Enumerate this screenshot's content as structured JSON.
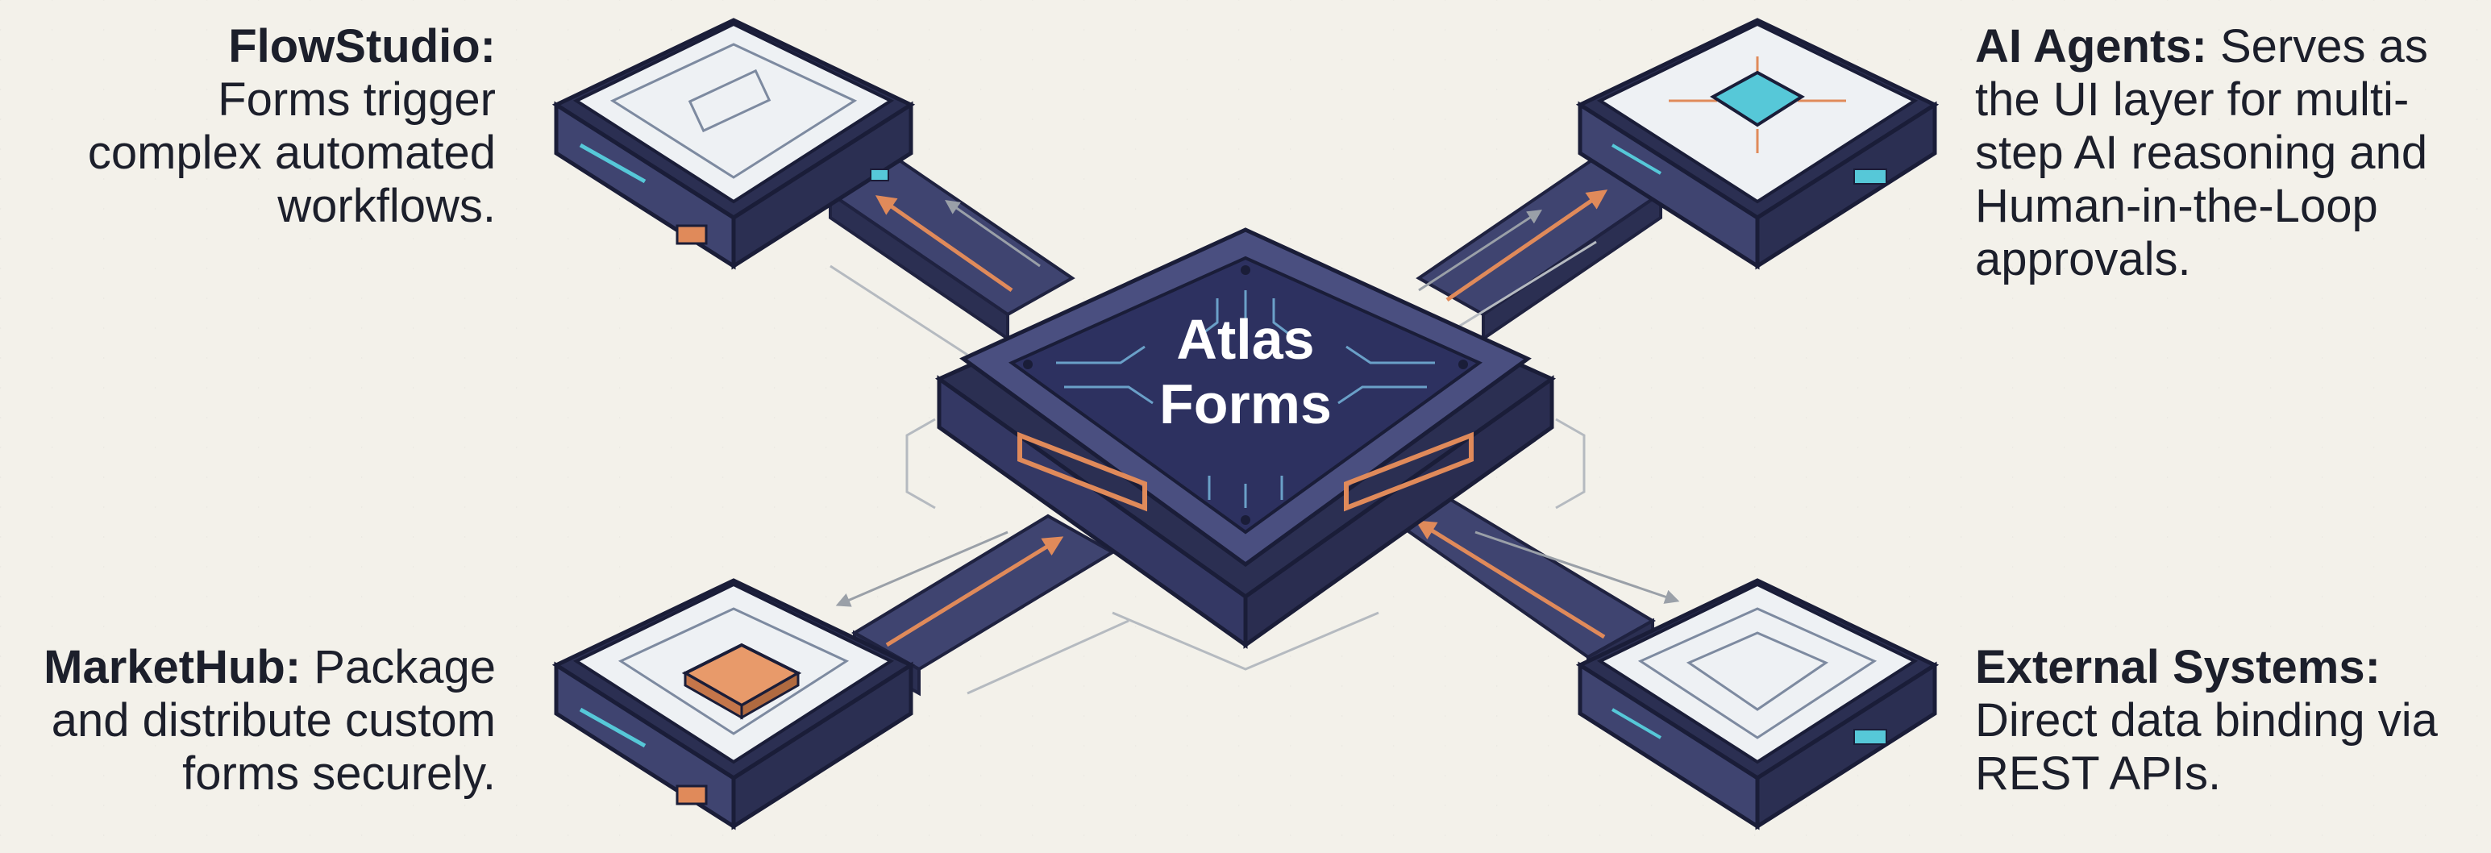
{
  "center": {
    "title_line1": "Atlas",
    "title_line2": "Forms"
  },
  "nodes": {
    "flowstudio": {
      "name": "FlowStudio:",
      "description": "Forms trigger complex automated workflows."
    },
    "ai_agents": {
      "name": "AI Agents:",
      "description": "Serves as the UI layer for multi-step AI reasoning and Human-in-the-Loop approvals."
    },
    "marketplace": {
      "name": "MarketHub:",
      "description": "Package and distribute custom forms securely."
    },
    "external": {
      "name": "External Systems:",
      "description": "Direct data binding via REST APIs."
    }
  },
  "colors": {
    "background": "#f3f1ea",
    "chassis": "#3f4470",
    "chassis_dark": "#2b2f52",
    "accent_orange": "#e08a5a",
    "accent_teal": "#56c8d8",
    "text": "#1c1f2b"
  }
}
